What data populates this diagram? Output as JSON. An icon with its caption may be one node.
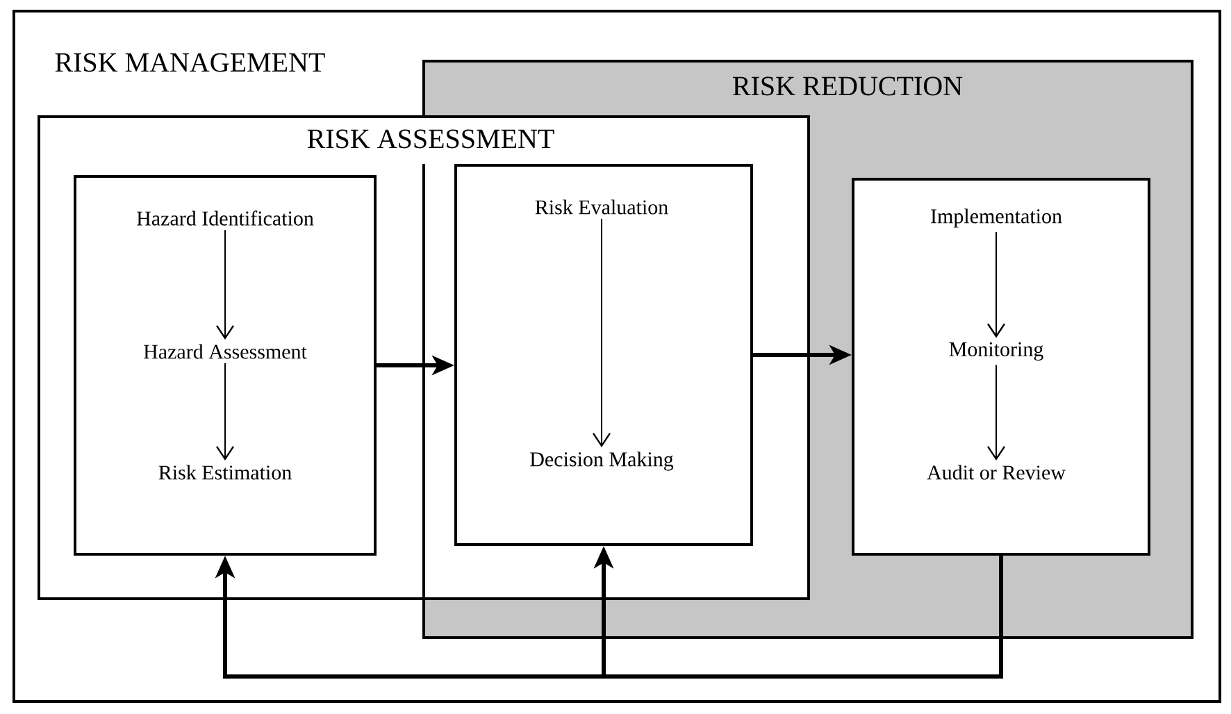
{
  "diagram": {
    "nodes": [
      {
        "text": [
          "RISK MANAGEMENT"
        ]
      },
      {
        "text": [
          "RISK REDUCTION"
        ],
        "in": 0
      },
      {
        "text": [
          "RISK ASSESSMENT"
        ],
        "in": 0
      },
      {
        "text": [],
        "shape": "box",
        "in": 2
      },
      {
        "text": [
          "Hazard Identification"
        ],
        "in": 3
      },
      {
        "text": [
          "Hazard Assessment"
        ],
        "in": 3
      },
      {
        "text": [
          "Risk Estimation"
        ],
        "in": 3
      },
      {
        "text": [],
        "shape": "box"
      },
      {
        "text": [
          "Risk Evaluation"
        ],
        "in": 7
      },
      {
        "text": [
          "Decision Making"
        ],
        "in": 7
      },
      {
        "text": [],
        "shape": "box",
        "in": 1
      },
      {
        "text": [
          "Implementation"
        ],
        "in": 10
      },
      {
        "text": [
          "Monitoring"
        ],
        "in": 10
      },
      {
        "text": [
          "Audit or Review"
        ],
        "in": 10
      }
    ],
    "edges": [
      {
        "from": 4,
        "to": 5,
        "arrow": "to"
      },
      {
        "from": 5,
        "to": 6,
        "arrow": "to"
      },
      {
        "from": 8,
        "to": 9,
        "arrow": "to"
      },
      {
        "from": 11,
        "to": 12,
        "arrow": "to"
      },
      {
        "from": 12,
        "to": 13,
        "arrow": "to"
      },
      {
        "from": 3,
        "to": 7,
        "arrow": "to",
        "style": "thick"
      },
      {
        "from": 7,
        "to": 10,
        "arrow": "to",
        "style": "thick"
      },
      {
        "from": 10,
        "to": 3,
        "arrow": "to",
        "style": "thick"
      },
      {
        "from": 10,
        "to": 7,
        "arrow": "to",
        "style": "thick"
      }
    ]
  }
}
